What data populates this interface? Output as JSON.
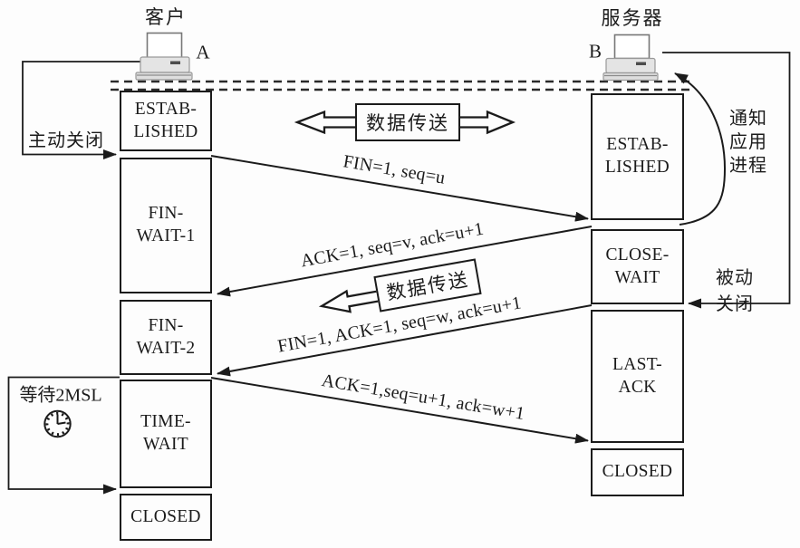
{
  "page": {
    "background": "#fdfdfd",
    "ink": "#1b1b1b"
  },
  "client": {
    "title": "客户",
    "letter": "A",
    "states": [
      {
        "label": "ESTAB-\nLISHED"
      },
      {
        "label": "FIN-\nWAIT-1"
      },
      {
        "label": "FIN-\nWAIT-2"
      },
      {
        "label": "TIME-\nWAIT"
      },
      {
        "label": "CLOSED"
      }
    ]
  },
  "server": {
    "title": "服务器",
    "letter": "B",
    "states": [
      {
        "label": "ESTAB-\nLISHED"
      },
      {
        "label": "CLOSE-\nWAIT"
      },
      {
        "label": "LAST-\nACK"
      },
      {
        "label": "CLOSED"
      }
    ]
  },
  "messages": [
    {
      "label": "FIN=1, seq=u"
    },
    {
      "label": "ACK=1, seq=v, ack=u+1"
    },
    {
      "label": "FIN=1, ACK=1, seq=w, ack=u+1"
    },
    {
      "label": "ACK=1,seq=u+1, ack=w+1"
    }
  ],
  "annotations": {
    "active_close": "主动关闭",
    "passive_close": "被动关闭",
    "notify_app": "通知\n应用\n进程",
    "wait_2msl": "等待2MSL",
    "data_transfer_top": "数据传送",
    "data_transfer_mid": "数据传送"
  },
  "icons": {
    "client_computer": "computer-icon",
    "server_computer": "computer-icon",
    "timer": "clock-icon",
    "data_arrows": "hollow-double-arrow-icon"
  }
}
